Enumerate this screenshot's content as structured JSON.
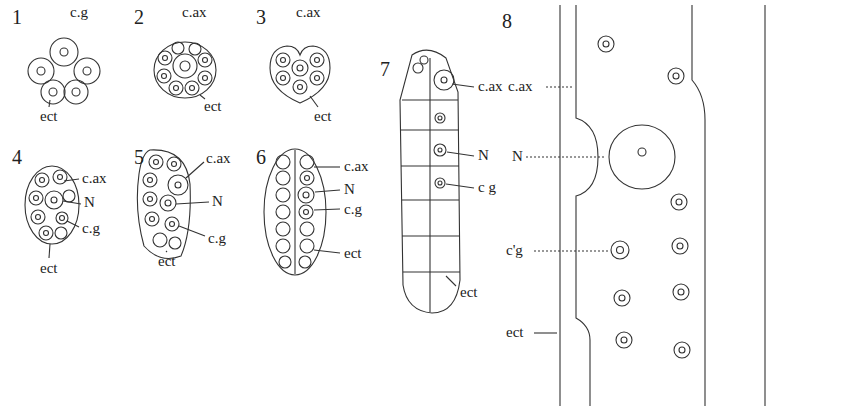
{
  "diagram": {
    "labels": [
      "1",
      "c.g",
      "ect",
      "2",
      "c.ax",
      "ect",
      "3",
      "c.ax",
      "ect",
      "4",
      "c.ax",
      "N",
      "c.g",
      "ect",
      "5",
      "c.ax",
      "N",
      "c.g",
      "ect",
      "6",
      "c.ax",
      "N",
      "c.g",
      "ect",
      "7",
      "c.ax",
      "N",
      "c g",
      "ect",
      "8",
      "c.ax",
      "N",
      "c'g",
      "ect"
    ]
  }
}
